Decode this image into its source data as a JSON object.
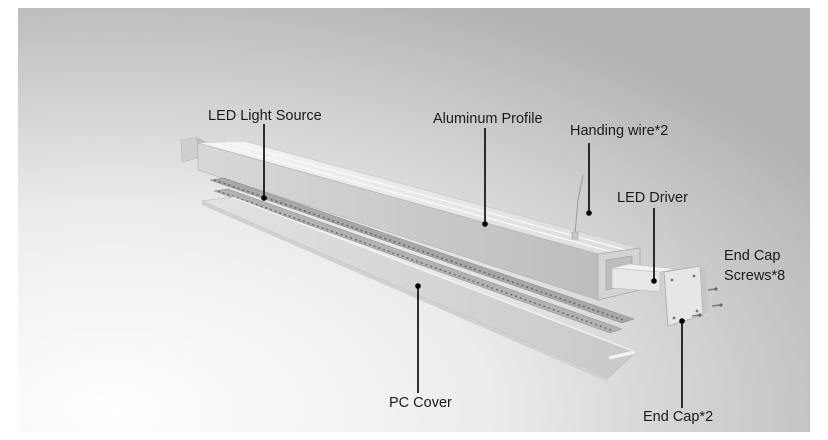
{
  "labels": {
    "led_light_source": "LED Light Source",
    "aluminum_profile": "Aluminum Profile",
    "handing_wire": "Handing wire*2",
    "led_driver": "LED Driver",
    "end_cap_screws_line1": "End Cap",
    "end_cap_screws_line2": "Screws*8",
    "pc_cover": "PC Cover",
    "end_cap": "End Cap*2"
  },
  "colors": {
    "background_light": "#f7f7f7",
    "background_dark": "#b5b5b5",
    "profile": "#e6e6e6",
    "leader_line": "#000000"
  }
}
